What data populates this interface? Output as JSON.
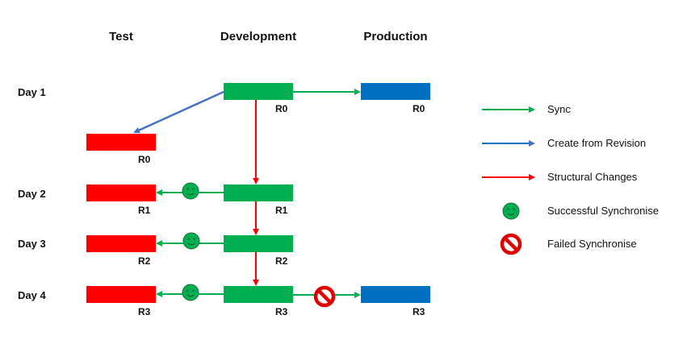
{
  "columns": [
    "Test",
    "Development",
    "Production"
  ],
  "days": [
    "Day 1",
    "Day 2",
    "Day 3",
    "Day 4"
  ],
  "revisions": {
    "test_r0": "R0",
    "test_r1": "R1",
    "test_r2": "R2",
    "test_r3": "R3",
    "dev_r0": "R0",
    "dev_r1": "R1",
    "dev_r2": "R2",
    "dev_r3": "R3",
    "prod_r0": "R0",
    "prod_r3": "R3"
  },
  "legend": {
    "sync": "Sync",
    "create": "Create from Revision",
    "structural": "Structural Changes",
    "success": "Successful Synchronise",
    "failed": "Failed Synchronise"
  },
  "colors": {
    "test": "#ff0000",
    "development": "#00b050",
    "production": "#0070c0",
    "sync_arrow": "#00b050",
    "create_arrow": "#4472c4",
    "structural_arrow": "#ff0000"
  }
}
